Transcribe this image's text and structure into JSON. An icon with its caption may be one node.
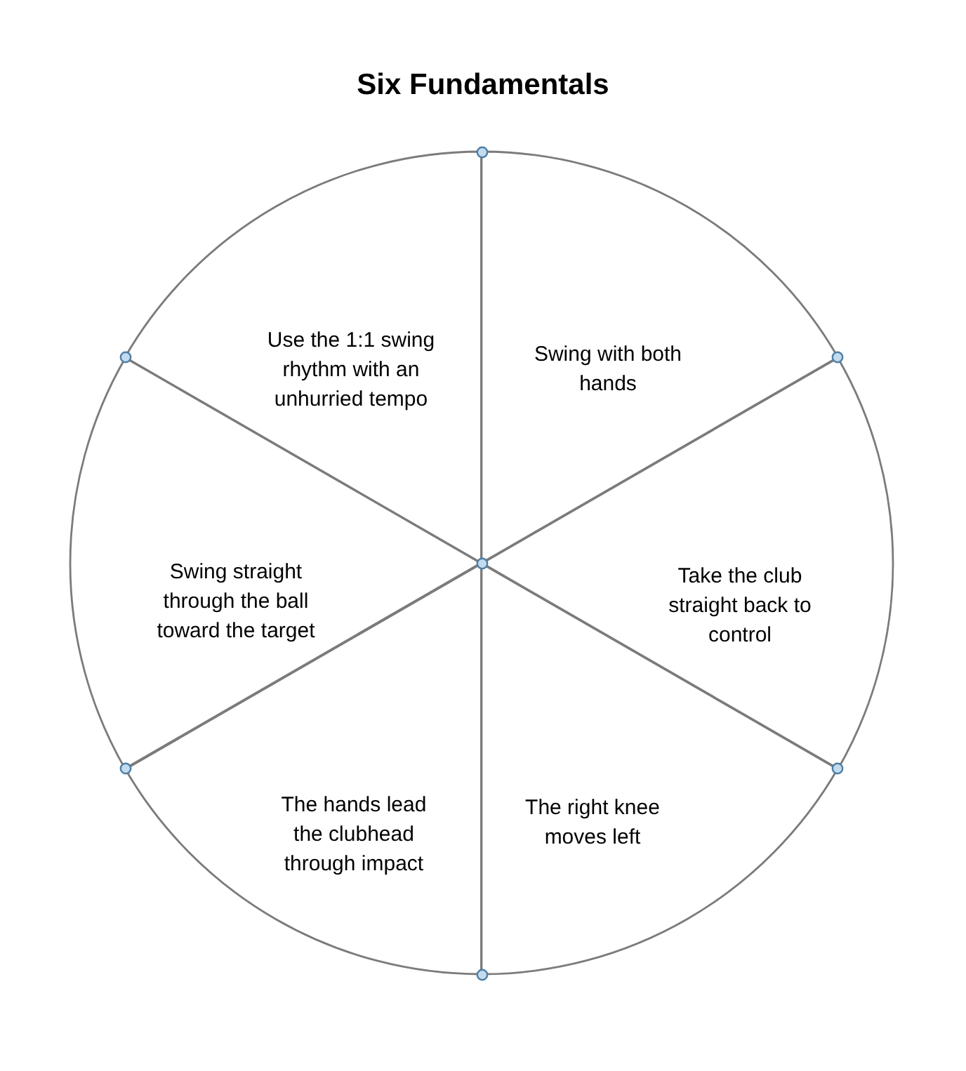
{
  "diagram": {
    "title": "Six Fundamentals",
    "nodes": [
      {
        "text": [
          "Use the 1:1 swing rhythm with an unhurried tempo"
        ]
      },
      {
        "text": [
          "Swing with both hands"
        ]
      },
      {
        "text": [
          "Swing straight through the ball toward the target"
        ]
      },
      {
        "text": [
          "Take the club straight back to control"
        ]
      },
      {
        "text": [
          "The hands lead the clubhead through impact"
        ]
      },
      {
        "text": [
          "The right knee moves left"
        ]
      }
    ]
  }
}
